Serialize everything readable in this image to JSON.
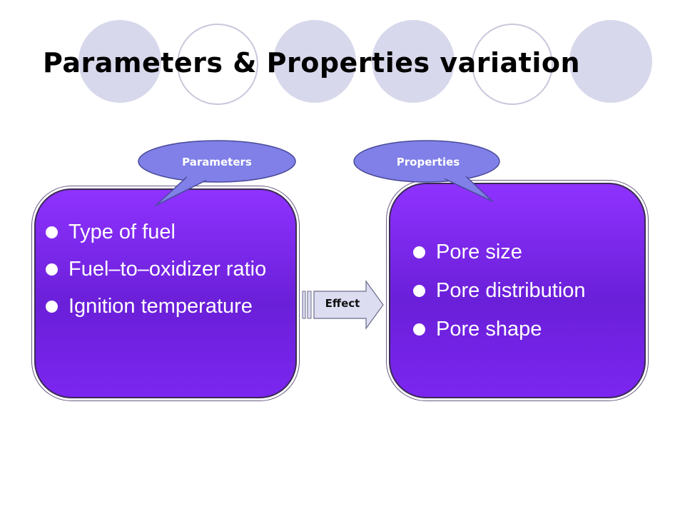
{
  "slide": {
    "title": "Parameters & Properties variation"
  },
  "colors": {
    "box_fill": "#7a24ec",
    "callout_fill": "#8080e8",
    "deco_circle": "#d8d8ec",
    "arrow_fill": "#ddddf2"
  },
  "parameters": {
    "label": "Parameters",
    "items": [
      "Type of fuel",
      "Fuel–to–oxidizer ratio",
      "Ignition temperature"
    ]
  },
  "properties": {
    "label": "Properties",
    "items": [
      "Pore size",
      "Pore distribution",
      "Pore shape"
    ]
  },
  "arrow": {
    "label": "Effect"
  }
}
